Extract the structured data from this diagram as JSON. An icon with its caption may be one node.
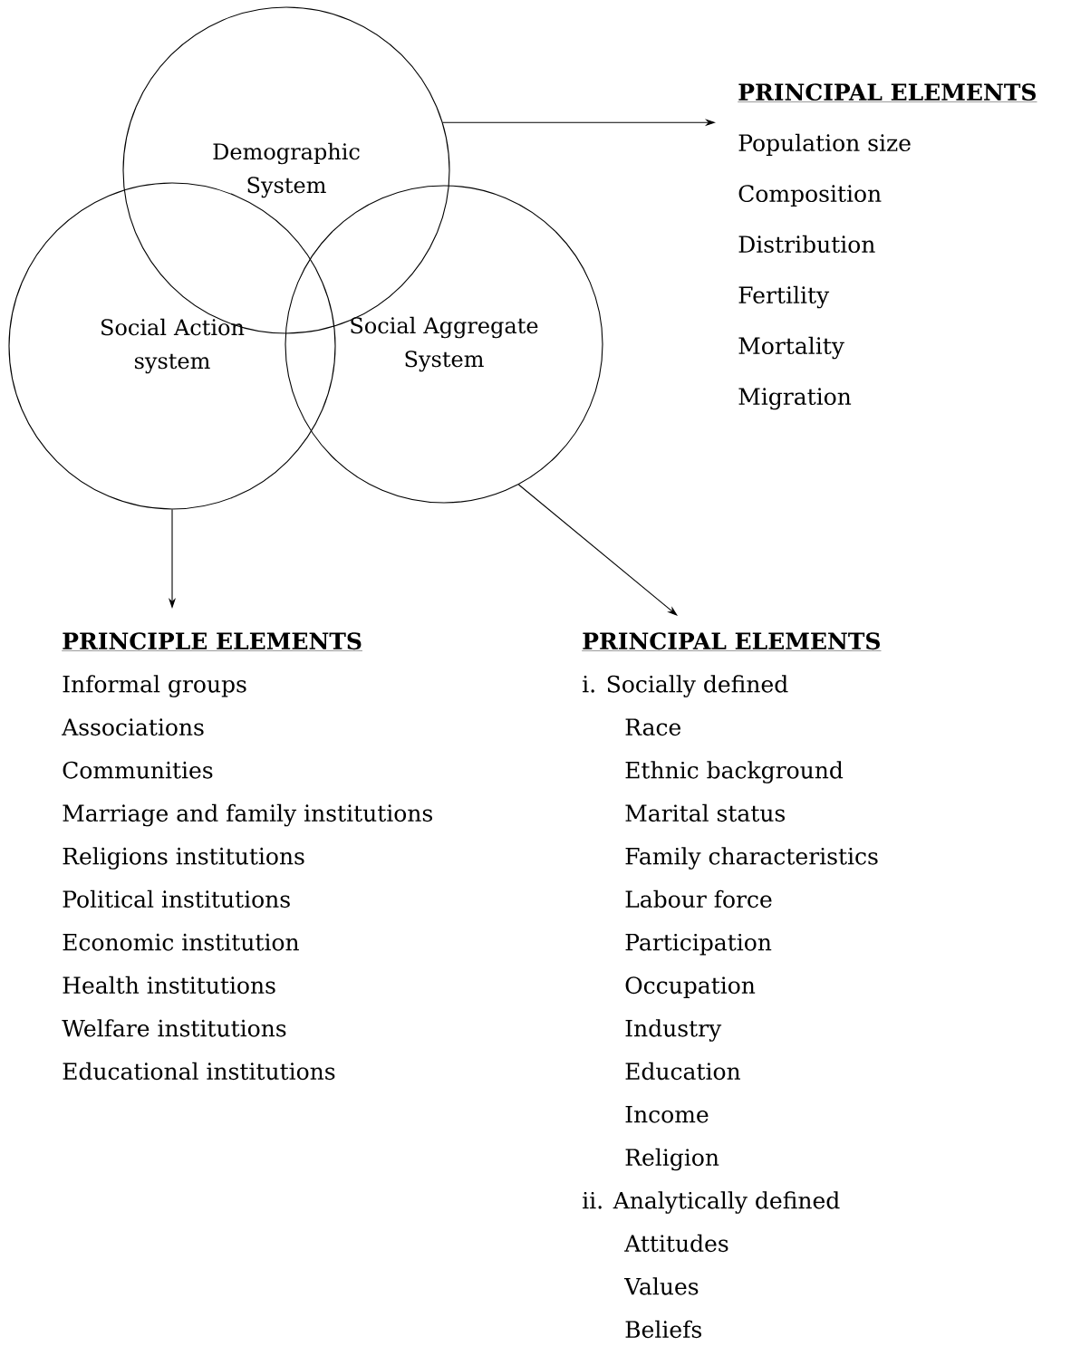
{
  "diagram": {
    "nodes": [
      {
        "text": [
          "Demographic System"
        ]
      },
      {
        "text": [
          "Social Action system"
        ]
      },
      {
        "text": [
          "Social Aggregate System"
        ]
      },
      {
        "text": [
          "PRINCIPAL ELEMENTS",
          "Population size",
          "Composition",
          "Distribution",
          "Fertility",
          "Mortality",
          "Migration"
        ]
      },
      {
        "text": [
          "PRINCIPLE ELEMENTS",
          "Informal groups",
          "Associations",
          "Communities",
          "Marriage and family institutions",
          "Religions institutions",
          "Political institutions",
          "Economic institution",
          "Health institutions",
          "Welfare institutions",
          "Educational institutions"
        ]
      },
      {
        "text": [
          "PRINCIPAL ELEMENTS",
          "i. Socially defined",
          "Race",
          "Ethnic background",
          "Marital status",
          "Family characteristics",
          "Labour force",
          "Participation",
          "Occupation",
          "Industry",
          "Education",
          "Income",
          "Religion",
          "ii. Analytically defined",
          "Attitudes",
          "Values",
          "Beliefs"
        ]
      }
    ],
    "edges": [
      {
        "from": 0,
        "to": 3,
        "arrow": "to"
      },
      {
        "from": 1,
        "to": 4,
        "arrow": "to"
      },
      {
        "from": 2,
        "to": 5,
        "arrow": "to"
      }
    ]
  }
}
